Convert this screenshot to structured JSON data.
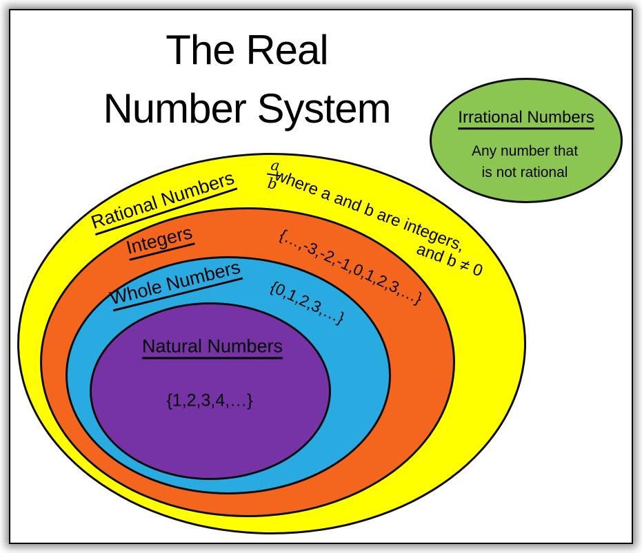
{
  "title": {
    "line1": "The Real",
    "line2": "Number System"
  },
  "venn": {
    "rational": {
      "label": "Rational Numbers",
      "fraction_numerator": "a",
      "fraction_denominator": "b",
      "definition_line1": "where a and b are integers,",
      "definition_line2": "and b ≠ 0",
      "fill": "#FFFF00"
    },
    "integers": {
      "label": "Integers",
      "set_notation": "{…,-3,-2,-1,0,1,2,3,…}",
      "fill": "#F4661D"
    },
    "whole": {
      "label": "Whole Numbers",
      "set_notation": "{0,1,2,3,…}",
      "fill": "#29ABE2"
    },
    "natural": {
      "label": "Natural Numbers",
      "set_notation": "{1,2,3,4,…}",
      "fill": "#7633A5"
    },
    "irrational": {
      "label": "Irrational Numbers",
      "definition_line1": "Any number that",
      "definition_line2": "is not rational",
      "fill": "#8CC652"
    }
  },
  "colors": {
    "outline": "#0d0d0d",
    "frame_border": "#000000",
    "background": "#ffffff",
    "text": "#000000"
  }
}
